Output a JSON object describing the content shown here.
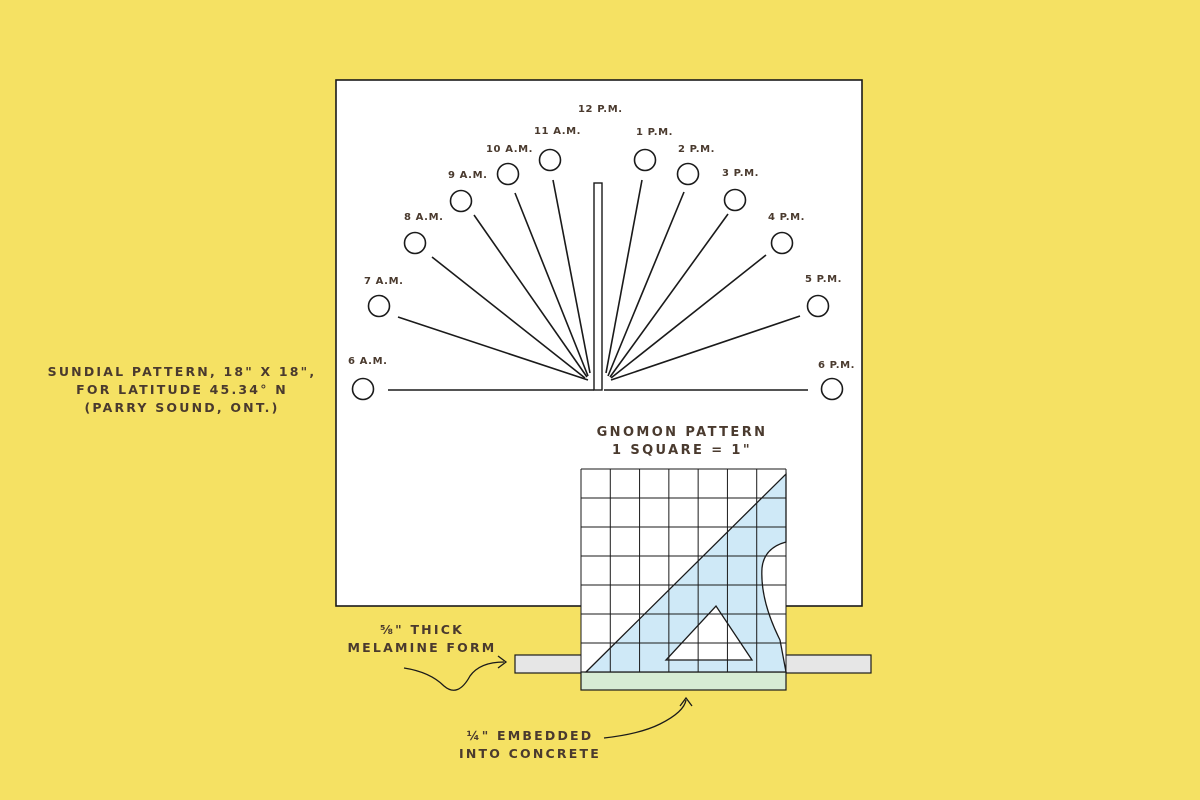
{
  "sundial": {
    "caption_line1": "SUNDIAL PATTERN, 18\" X 18\",",
    "caption_line2": "FOR LATITUDE 45.34° N",
    "caption_line3": "(PARRY SOUND, ONT.)",
    "hours": [
      {
        "label": "6 A.M."
      },
      {
        "label": "7 A.M."
      },
      {
        "label": "8 A.M."
      },
      {
        "label": "9 A.M."
      },
      {
        "label": "10 A.M."
      },
      {
        "label": "11 A.M."
      },
      {
        "label": "12 P.M."
      },
      {
        "label": "1 P.M."
      },
      {
        "label": "2 P.M."
      },
      {
        "label": "3 P.M."
      },
      {
        "label": "4 P.M."
      },
      {
        "label": "5 P.M."
      },
      {
        "label": "6 P.M."
      }
    ]
  },
  "gnomon": {
    "title_line1": "GNOMON PATTERN",
    "title_line2": "1 SQUARE = 1\"",
    "grid_squares": 7
  },
  "form_note": {
    "line1": "⅝\" THICK",
    "line2": "MELAMINE FORM"
  },
  "embed_note": {
    "line1": "¼\" EMBEDDED",
    "line2": "INTO CONCRETE"
  },
  "colors": {
    "background": "#f5e163",
    "panel": "#ffffff",
    "ink": "#1a1a1a",
    "label": "#4a3a2e",
    "gnomon_fill": "#cfe9f7",
    "concrete_fill": "#d7ecd4",
    "form_fill": "#e6e6e6"
  }
}
